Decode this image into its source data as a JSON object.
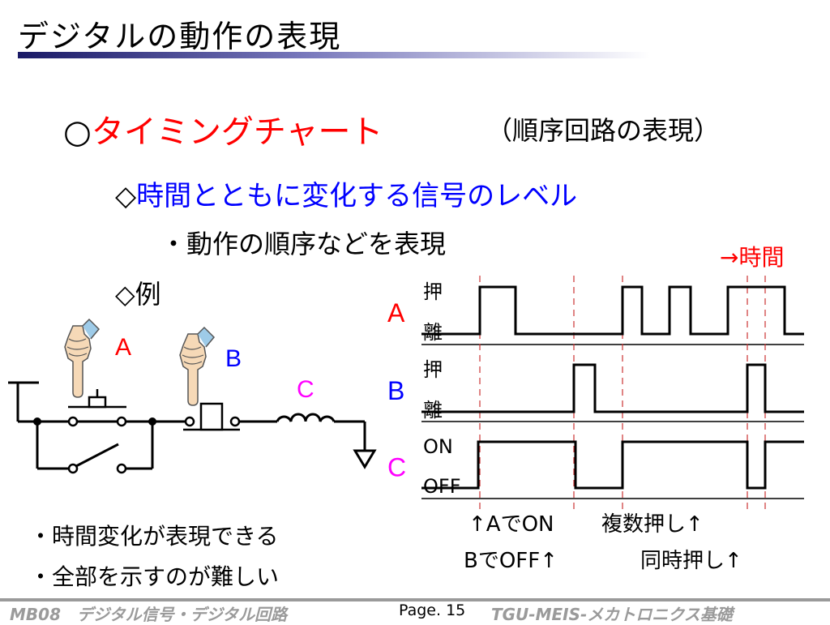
{
  "slide": {
    "title": "デジタルの動作の表現",
    "bullet1_mark": "○",
    "bullet1_text": "タイミングチャート",
    "bullet1_sub": "（順序回路の表現）",
    "bullet2_mark": "◇",
    "bullet2_text": "時間とともに変化する信号のレベル",
    "bullet3": "・動作の順序などを表現",
    "bullet4": "◇例",
    "notes": [
      "・時間変化が表現できる",
      "・全部を示すのが難しい"
    ]
  },
  "circuit": {
    "label_a": "A",
    "label_b": "B",
    "label_c": "C",
    "colors": {
      "a": "#ff0000",
      "b": "#0000ff",
      "c": "#ff00ff"
    },
    "icons": [
      "pointing-hand-icon",
      "push-switch-icon",
      "coil-icon",
      "ground-icon"
    ]
  },
  "timing": {
    "time_label": "→時間",
    "signals": [
      {
        "name": "A",
        "high": "押",
        "low": "離",
        "color": "#ff0000",
        "levels": [
          0,
          1,
          0,
          1,
          0,
          1,
          0,
          1,
          0
        ]
      },
      {
        "name": "B",
        "high": "押",
        "low": "離",
        "color": "#0000ff",
        "levels": [
          0,
          1,
          0,
          1,
          0
        ]
      },
      {
        "name": "C",
        "high": "ON",
        "low": "OFF",
        "color": "#ff00ff",
        "levels": [
          0,
          1,
          0,
          1,
          0,
          1
        ]
      }
    ],
    "annotations": {
      "a_on": "↑AでON",
      "b_off": "BでOFF↑",
      "multi_press": "複数押し↑",
      "simul_press": "同時押し↑"
    }
  },
  "footer": {
    "left": "MB08　デジタル信号・デジタル回路",
    "page": "Page. 15",
    "right": "TGU-MEIS-メカトロニクス基礎"
  }
}
